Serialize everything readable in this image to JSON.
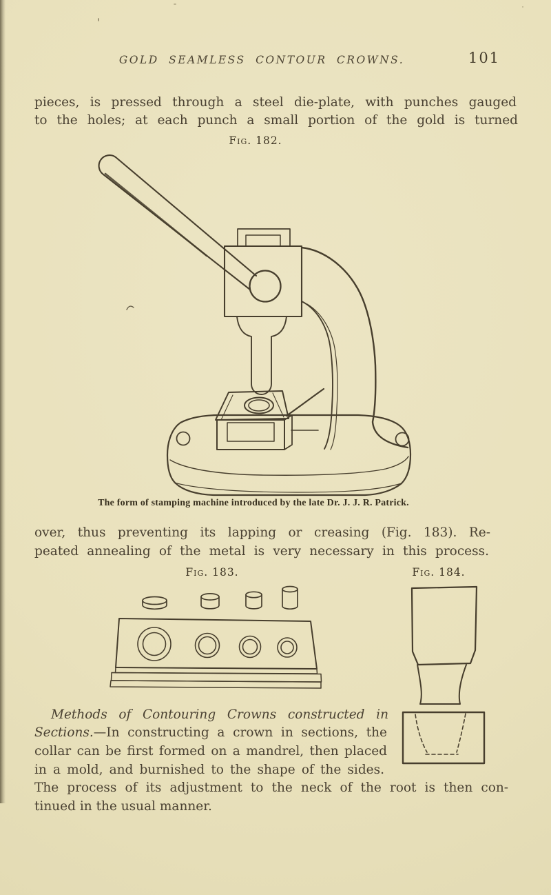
{
  "page": {
    "running_header": {
      "title": "GOLD SEAMLESS CONTOUR CROWNS.",
      "page_number": "101"
    },
    "paragraphs": {
      "p1_line1": "pieces, is pressed through a steel die-plate, with punches gauged",
      "p1_line2": "to the holes; at each punch a small portion of the gold is turned",
      "p2_line1": "over, thus preventing its lapping or creasing (Fig. 183).  Re-",
      "p2_line2": "peated annealing of the metal is very necessary in this process.",
      "p3_line1_italic": "Methods of Contouring Crowns constructed in",
      "p3_line2_italic": "Sections.",
      "p3_line2_rest": "—In constructing a crown in sections, the",
      "p3_line3": "collar can be first formed on a mandrel, then placed",
      "p3_line4": "in a mold, and burnished to the shape of the sides.",
      "p3_line5": "The process of its adjustment to the neck of the root is then con-",
      "p3_line6": "tinued in the usual manner."
    },
    "figures": {
      "fig182": {
        "label": "Fig. 182.",
        "caption": "The form of stamping machine introduced by the late Dr. J. J. R. Patrick."
      },
      "fig183": {
        "label": "Fig. 183."
      },
      "fig184": {
        "label": "Fig. 184."
      }
    },
    "colors": {
      "paper": "#e9e1bc",
      "ink": "#4a4132",
      "line": "#473e2d"
    }
  }
}
